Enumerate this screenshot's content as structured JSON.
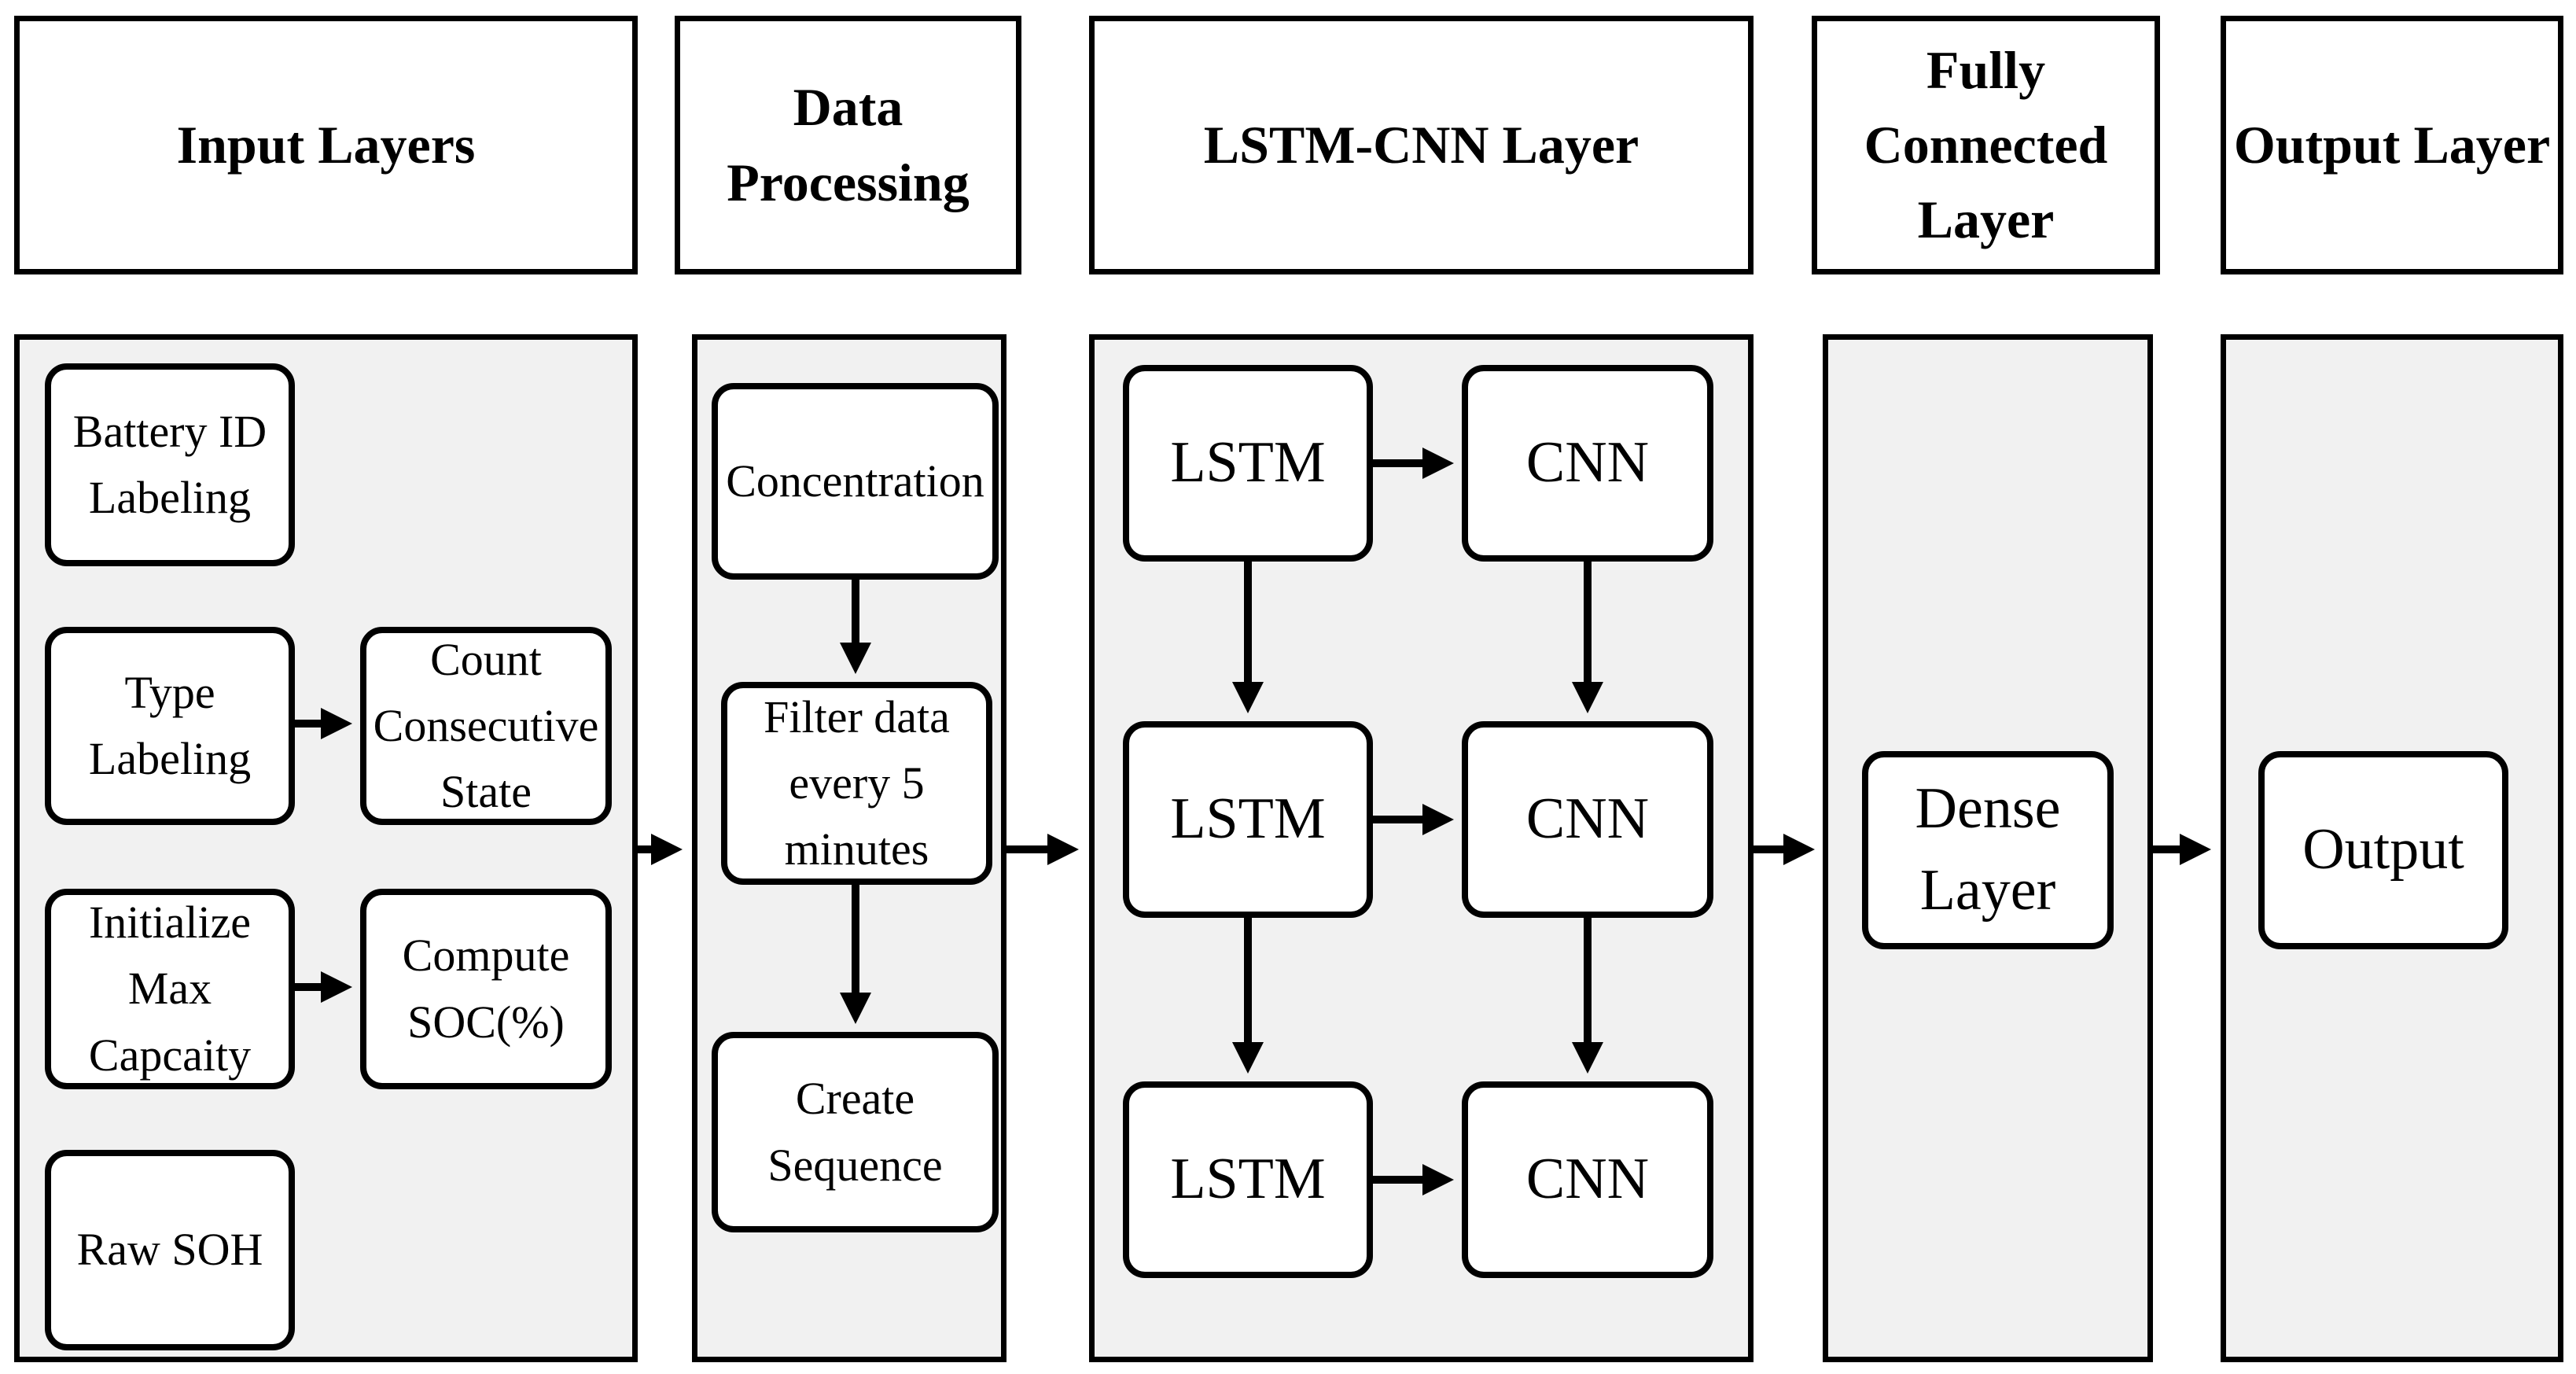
{
  "headers": {
    "input": "Input Layers",
    "processing": "Data\nProcessing",
    "lstm_cnn": "LSTM-CNN Layer",
    "fully_connected": "Fully\nConnected\nLayer",
    "output": "Output Layer"
  },
  "input_nodes": {
    "battery_id": "Battery ID\nLabeling",
    "type_labeling": "Type\nLabeling",
    "count_state": "Count\nConsecutive\nState",
    "init_max": "Initialize\nMax\nCapcaity",
    "compute_soc": "Compute\nSOC(%)",
    "raw_soh": "Raw SOH"
  },
  "processing_nodes": {
    "concentration": "Concentration",
    "filter": "Filter data\nevery 5\nminutes",
    "create_sequence": "Create\nSequence"
  },
  "lstm_cnn_nodes": {
    "lstm_1": "LSTM",
    "cnn_1": "CNN",
    "lstm_2": "LSTM",
    "cnn_2": "CNN",
    "lstm_3": "LSTM",
    "cnn_3": "CNN"
  },
  "fc_nodes": {
    "dense": "Dense\nLayer"
  },
  "output_nodes": {
    "output": "Output"
  },
  "colors": {
    "panel_fill": "#f1f1f1",
    "stroke": "#000000",
    "node_fill": "#ffffff"
  }
}
